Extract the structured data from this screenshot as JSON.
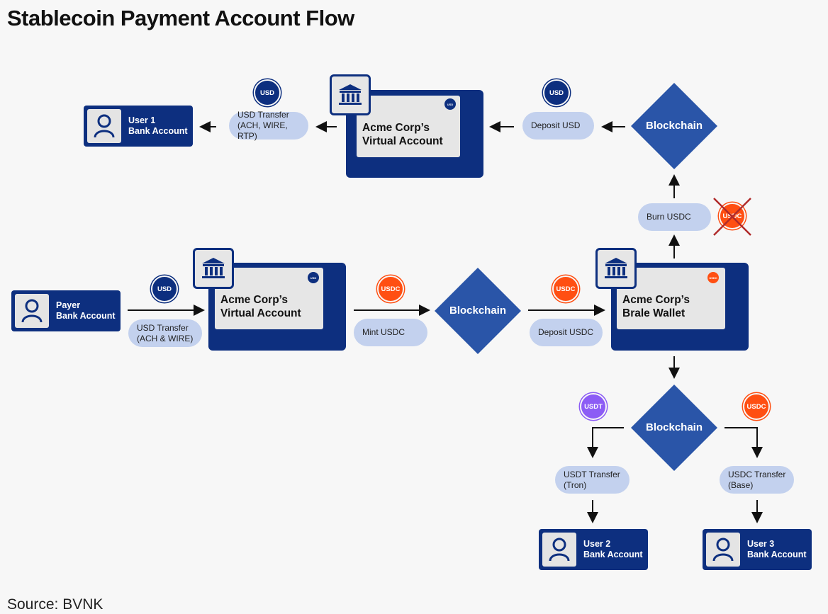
{
  "title": "Stablecoin Payment Account Flow",
  "source": "Source: BVNK",
  "colors": {
    "navy": "#0d2f7f",
    "diamond": "#2a55a8",
    "pill": "#c3d1ee",
    "usdc": "#ff4f12",
    "usdt": "#8c5cf5"
  },
  "nodes": {
    "user1": {
      "line1": "User 1",
      "line2": "Bank Account",
      "icon": "person-icon"
    },
    "payer": {
      "line1": "Payer",
      "line2": "Bank Account",
      "icon": "person-icon"
    },
    "user2": {
      "line1": "User 2",
      "line2": "Bank Account",
      "icon": "person-icon"
    },
    "user3": {
      "line1": "User 3",
      "line2": "Bank Account",
      "icon": "person-icon"
    },
    "va_top": {
      "line1": "Acme Corp’s",
      "line2": "Virtual Account",
      "badge": "USD",
      "icon": "bank-icon"
    },
    "va_mid": {
      "line1": "Acme Corp’s",
      "line2": "Virtual Account",
      "badge": "USD",
      "icon": "bank-icon"
    },
    "brale": {
      "line1": "Acme Corp’s",
      "line2": "Brale Wallet",
      "badge": "USDC",
      "icon": "bank-icon"
    },
    "chain_top": "Blockchain",
    "chain_mid": "Blockchain",
    "chain_bot": "Blockchain"
  },
  "steps": {
    "usd_transfer_top": {
      "line1": "USD Transfer",
      "line2": "(ACH, WIRE, RTP)",
      "coin": "USD"
    },
    "deposit_usd": {
      "line1": "Deposit USD",
      "coin": "USD"
    },
    "burn_usdc": {
      "line1": "Burn USDC",
      "coin": "USDC"
    },
    "usd_transfer_mid": {
      "line1": "USD Transfer",
      "line2": "(ACH & WIRE)",
      "coin": "USD"
    },
    "mint_usdc": {
      "line1": "Mint USDC",
      "coin": "USDC"
    },
    "deposit_usdc": {
      "line1": "Deposit USDC",
      "coin": "USDC"
    },
    "usdt_transfer": {
      "line1": "USDT Transfer",
      "line2": "(Tron)",
      "coin": "USDT"
    },
    "usdc_transfer": {
      "line1": "USDC Transfer",
      "line2": "(Base)",
      "coin": "USDC"
    }
  }
}
